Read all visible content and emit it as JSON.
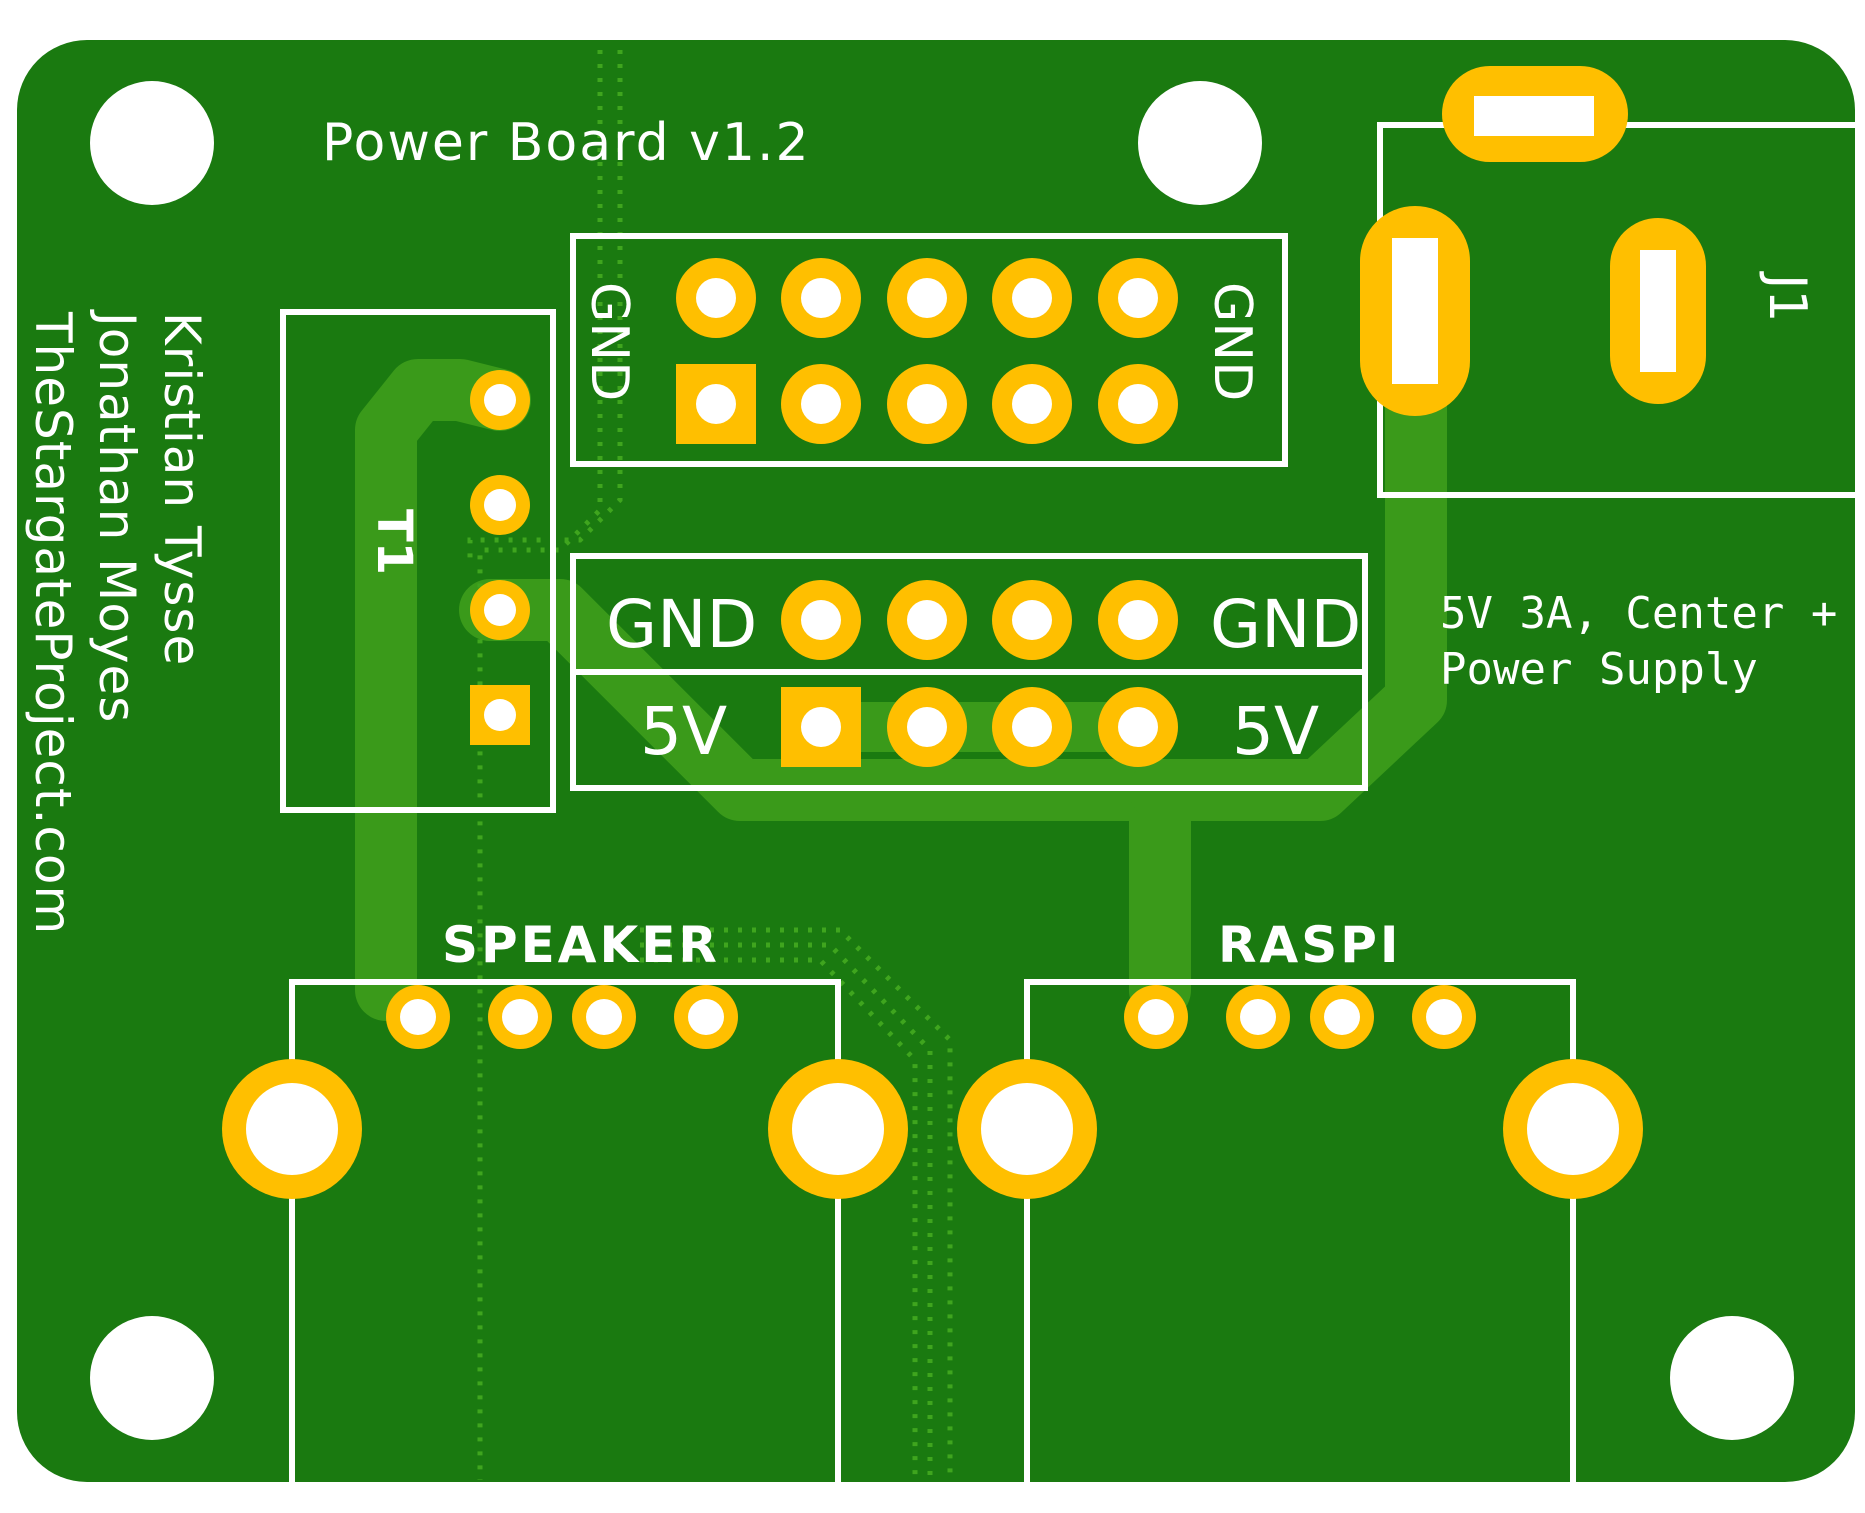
{
  "board": {
    "title": "Power Board v1.2",
    "authors": [
      "Kristian Tysse",
      "Jonathan Moyes",
      "TheStargateProject.com"
    ],
    "colors": {
      "pcb": "#1a7a10",
      "copper_trace": "#3a9a1a",
      "pad": "#ffbf00",
      "silkscreen": "#ffffff",
      "drill": "#ffffff"
    }
  },
  "connectors": {
    "header_top": {
      "left_label": "GND",
      "right_label": "GND"
    },
    "header_mid": {
      "row1_left": "GND",
      "row1_right": "GND",
      "row2_left": "5V",
      "row2_right": "5V"
    },
    "t1": {
      "ref": "T1"
    },
    "j1": {
      "ref": "J1",
      "note_line1": "5V 3A, Center +",
      "note_line2": "Power Supply"
    },
    "speaker": {
      "label": "SPEAKER"
    },
    "raspi": {
      "label": "RASPI"
    }
  }
}
